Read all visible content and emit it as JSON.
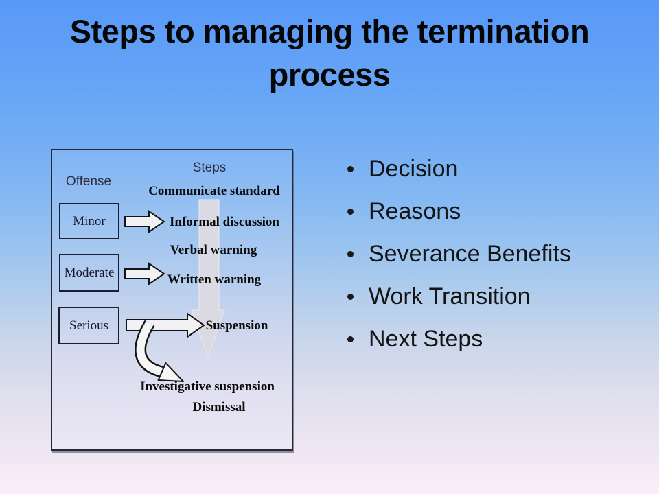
{
  "title": {
    "line1": "Steps to managing the termination",
    "line2": "process"
  },
  "diagram": {
    "offense_label": "Offense",
    "steps_label": "Steps",
    "offense_levels": [
      "Minor",
      "Moderate",
      "Serious"
    ],
    "steps": {
      "communicate_standard": "Communicate standard",
      "informal_discussion": "Informal discussion",
      "verbal_warning": "Verbal warning",
      "written_warning": "Written warning",
      "suspension": "Suspension",
      "investigative_suspension": "Investigative suspension",
      "dismissal": "Dismissal"
    },
    "icons": [
      "down-arrow-icon",
      "right-arrow-icon",
      "right-arrow-icon",
      "right-arrow-icon",
      "curved-arrow-icon"
    ]
  },
  "bullets": {
    "items": [
      "Decision",
      "Reasons",
      "Severance Benefits",
      "Work Transition",
      "Next Steps"
    ]
  },
  "colors": {
    "background_top": "#5899f8",
    "background_bottom": "#fbeef9",
    "title_text": "#070707",
    "body_text": "#141414",
    "diagram_arrow_gray": "#dbdae2",
    "diagram_border": "#26263a",
    "arrow_fill": "#f1f0f3",
    "arrow_outline": "#141414"
  }
}
